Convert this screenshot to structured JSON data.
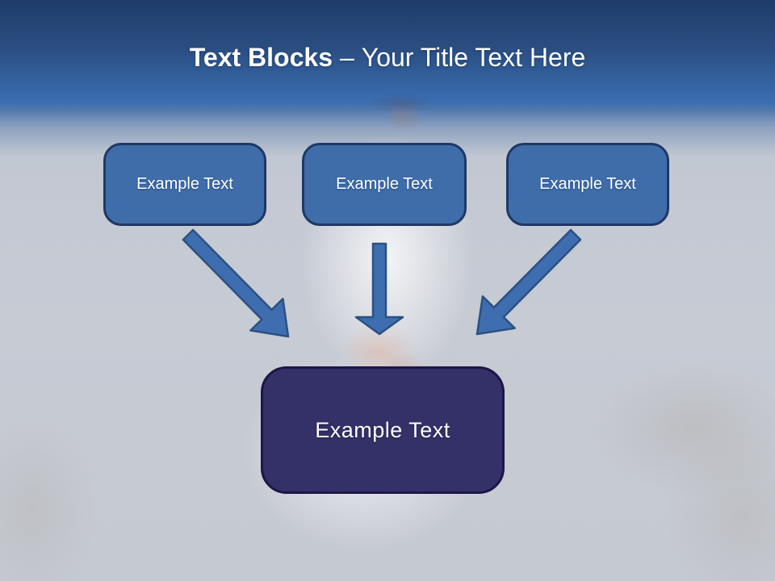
{
  "title": {
    "bold": "Text Blocks",
    "dash": "–",
    "regular": "Your Title Text Here"
  },
  "diagram": {
    "source_boxes": [
      {
        "label": "Example Text"
      },
      {
        "label": "Example Text"
      },
      {
        "label": "Example Text"
      }
    ],
    "arrows": [
      {
        "name": "arrow-left",
        "direction": "down-right"
      },
      {
        "name": "arrow-middle",
        "direction": "down"
      },
      {
        "name": "arrow-right",
        "direction": "down-left"
      }
    ],
    "target_box": {
      "label": "Example Text"
    }
  },
  "theme": {
    "header-top": "#1d3c6a",
    "header-mid": "#3a6db1",
    "body-bg": "#c7cbd4",
    "box-fill": "#3e6daa",
    "box-border": "#1f3864",
    "box-text": "#ffffff",
    "target-fill": "#343169",
    "target-border": "#1b1747",
    "target-text": "#ffffff",
    "arrow-fill": "#3e6db0",
    "arrow-border": "#2b5181",
    "title-color": "#ffffff"
  }
}
